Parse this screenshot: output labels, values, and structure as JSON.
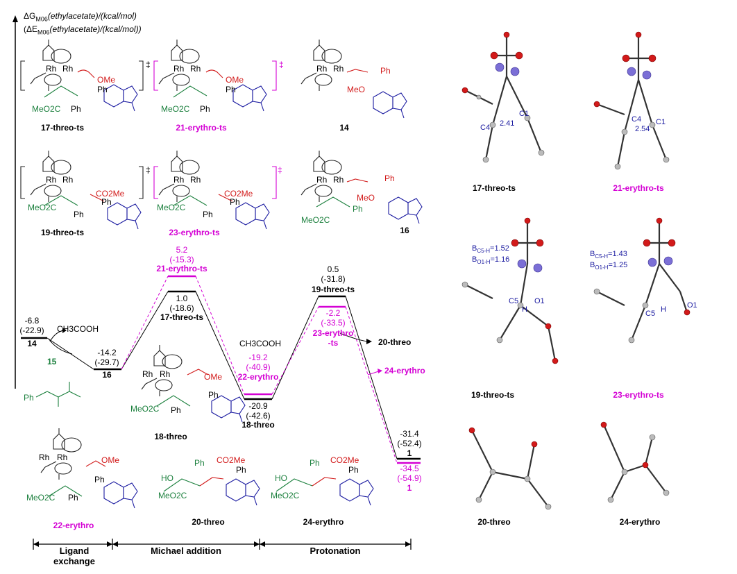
{
  "axis": {
    "title_line1": "ΔG",
    "title_line1_sub": "M06",
    "title_line1_rest": "(ethylacetate)/(kcal/mol)",
    "title_line2": "(ΔE",
    "title_line2_sub": "M06",
    "title_line2_rest": "(ethylacetate)/(kcal/mol))"
  },
  "chart_data": {
    "type": "energy-profile",
    "units": "kcal/mol",
    "states": [
      {
        "id": "14",
        "label": "14",
        "dG": "-6.8",
        "dE": "(-22.9)",
        "series": "black"
      },
      {
        "id": "16",
        "label": "16",
        "dG": "-14.2",
        "dE": "(-29.7)",
        "series": "black"
      },
      {
        "id": "17ts",
        "label": "17-threo-ts",
        "dG": "1.0",
        "dE": "(-18.6)",
        "series": "black"
      },
      {
        "id": "21ts",
        "label": "21-erythro-ts",
        "dG": "5.2",
        "dE": "(-15.3)",
        "series": "magenta"
      },
      {
        "id": "18",
        "label": "18-threo",
        "dG": "-20.9",
        "dE": "(-42.6)",
        "series": "black"
      },
      {
        "id": "22",
        "label": "22-erythro",
        "dG": "-19.2",
        "dE": "(-40.9)",
        "series": "magenta"
      },
      {
        "id": "19ts",
        "label": "19-threo-ts",
        "dG": "0.5",
        "dE": "(-31.8)",
        "series": "black"
      },
      {
        "id": "23ts",
        "label": "23-erythro-ts",
        "dG": "-2.2",
        "dE": "(-33.5)",
        "series": "magenta"
      },
      {
        "id": "1a",
        "label": "1",
        "dG": "-31.4",
        "dE": "(-52.4)",
        "series": "black"
      },
      {
        "id": "1b",
        "label": "1",
        "dG": "-34.5",
        "dE": "(-54.9)",
        "series": "magenta"
      }
    ],
    "side_labels": {
      "acetic_acid_1": "CH3COOH",
      "acetic_acid_2": "CH3COOH",
      "reagent_15": "15",
      "product_20": "20-threo",
      "product_24": "24-erythro",
      "ts_23_line1": "23-erythro",
      "ts_23_line2": "-ts"
    },
    "sections": [
      "Ligand exchange",
      "Michael addition",
      "Protonation"
    ]
  },
  "structures": {
    "s17": "17-threo-ts",
    "s21": "21-erythro-ts",
    "s14": "14",
    "s19": "19-threo-ts",
    "s23": "23-erythro-ts",
    "s16": "16",
    "s18": "18-threo",
    "s22": "22-erythro",
    "s20": "20-threo",
    "s24": "24-erythro",
    "ome": "OMe",
    "meo": "MeO",
    "ph": "Ph",
    "co2me": "CO2Me",
    "meo2c": "MeO2C",
    "rh": "Rh",
    "dagger": "‡",
    "ho": "HO"
  },
  "models3d": {
    "m17": "17-threo-ts",
    "m21": "21-erythro-ts",
    "m19": "19-threo-ts",
    "m23": "23-erythro-ts",
    "m20": "20-threo",
    "m24": "24-erythro",
    "d17a": "C4",
    "d17b": "2.41",
    "d17c": "C1",
    "d21a": "C4",
    "d21b": "2.54",
    "d21c": "C1",
    "d19a": "B",
    "d19a_sub": "C5-H",
    "d19a_val": "=1.52",
    "d19b": "B",
    "d19b_sub": "O1-H",
    "d19b_val": "=1.16",
    "d23a_val": "=1.43",
    "d23b_val": "=1.25",
    "c5": "C5",
    "h": "H",
    "o1": "O1"
  }
}
